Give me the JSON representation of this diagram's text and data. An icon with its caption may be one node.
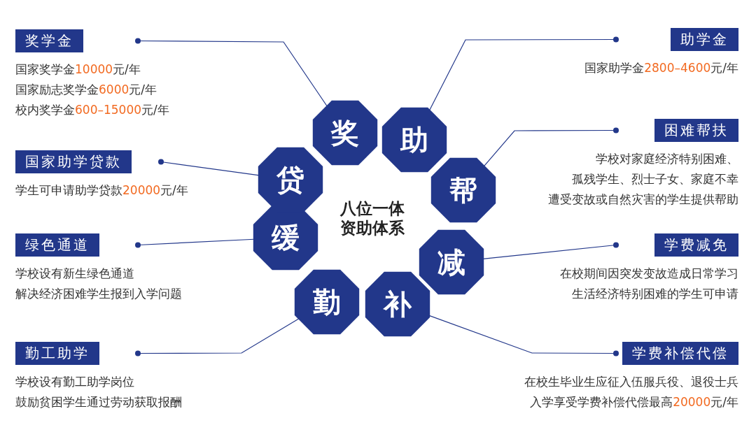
{
  "diagram": {
    "nodes": [
      {
        "text": [
          "八位一体资助体系"
        ]
      },
      {
        "text": [
          "奖"
        ]
      },
      {
        "text": [
          "助"
        ]
      },
      {
        "text": [
          "帮"
        ]
      },
      {
        "text": [
          "减"
        ]
      },
      {
        "text": [
          "补"
        ]
      },
      {
        "text": [
          "勤"
        ]
      },
      {
        "text": [
          "缓"
        ]
      },
      {
        "text": [
          "贷"
        ]
      },
      {
        "text": [
          "奖学金"
        ],
        "beside": [
          "国家奖学金**10000**元/年",
          "国家励志奖学金**6000**元/年",
          "校内奖学金**600–15000**元/年"
        ]
      },
      {
        "text": [
          "助学金"
        ],
        "beside": [
          "国家助学金**2800–4600**元/年"
        ]
      },
      {
        "text": [
          "国家助学贷款"
        ],
        "beside": [
          "学生可申请助学贷款**20000**元/年"
        ]
      },
      {
        "text": [
          "困难帮扶"
        ],
        "beside": [
          "学校对家庭经济特别困难、",
          "孤残学生、烈士子女、家庭不幸",
          "遭受变故或自然灾害的学生提供帮助"
        ]
      },
      {
        "text": [
          "绿色通道"
        ],
        "beside": [
          "学校设有新生绿色通道",
          "解决经济困难学生报到入学问题"
        ]
      },
      {
        "text": [
          "学费减免"
        ],
        "beside": [
          "在校期间因突发变故造成日常学习",
          "生活经济特别困难的学生可申请"
        ]
      },
      {
        "text": [
          "勤工助学"
        ],
        "beside": [
          "学校设有勤工助学岗位",
          "鼓励贫困学生通过劳动获取报酬"
        ]
      },
      {
        "text": [
          "学费补偿代偿"
        ],
        "beside": [
          "在校生毕业生应征入伍服兵役、退役士兵",
          "入学享受学费补偿代偿最高**20000**元/年"
        ]
      }
    ],
    "edges": [
      {
        "from": 9,
        "to": 1,
        "arrow": "other"
      },
      {
        "from": 10,
        "to": 2,
        "arrow": "other"
      },
      {
        "from": 11,
        "to": 8,
        "arrow": "other"
      },
      {
        "from": 12,
        "to": 3,
        "arrow": "other"
      },
      {
        "from": 13,
        "to": 7,
        "arrow": "other"
      },
      {
        "from": 14,
        "to": 4,
        "arrow": "other"
      },
      {
        "from": 15,
        "to": 6,
        "arrow": "other"
      },
      {
        "from": 16,
        "to": 5,
        "arrow": "other"
      }
    ]
  }
}
